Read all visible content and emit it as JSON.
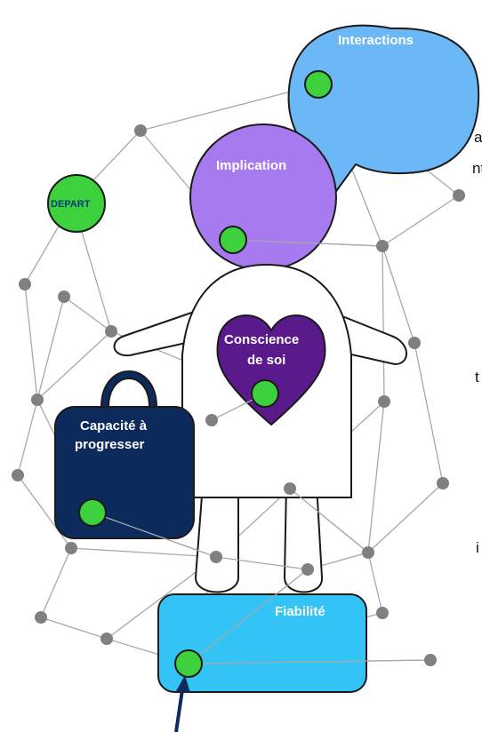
{
  "labels": {
    "interactions": "Interactions",
    "implication": "Implication",
    "depart": "DEPART",
    "conscience_line1": "Conscience",
    "conscience_line2": "de soi",
    "capacite_line1": "Capacité à",
    "capacite_line2": "progresser",
    "fiabilite": "Fiabilité"
  },
  "left_text_fragments": [
    "a",
    "nt",
    "t",
    "i"
  ],
  "colors": {
    "interactions_fill": "#6cb8f7",
    "implication_fill": "#a77bef",
    "heart_fill": "#5a1a8c",
    "bag_fill": "#0d2a5c",
    "fiabilite_fill": "#33c4f5",
    "node_green": "#3dd13d",
    "node_gray": "#808080",
    "edge_gray": "#a8a8a8",
    "arrow": "#0d2a5c"
  }
}
